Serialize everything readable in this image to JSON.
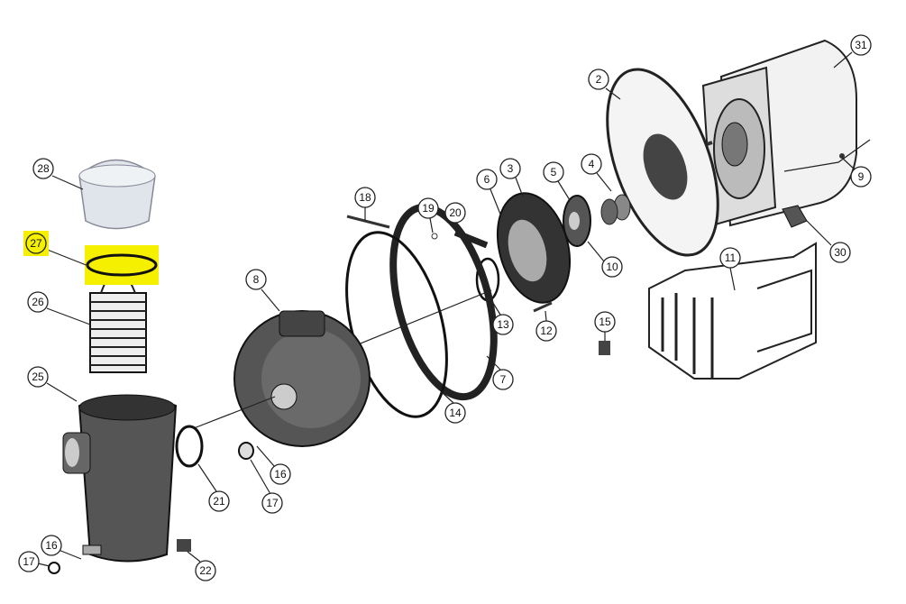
{
  "diagram": {
    "title": "",
    "highlight_color": "#f5f000",
    "callouts": [
      "31",
      "2",
      "4",
      "5",
      "3",
      "6",
      "9",
      "18",
      "19",
      "20",
      "28",
      "27",
      "30",
      "11",
      "10",
      "8",
      "26",
      "13",
      "12",
      "15",
      "25",
      "7",
      "14",
      "16",
      "21",
      "17",
      "16",
      "17",
      "22"
    ]
  }
}
